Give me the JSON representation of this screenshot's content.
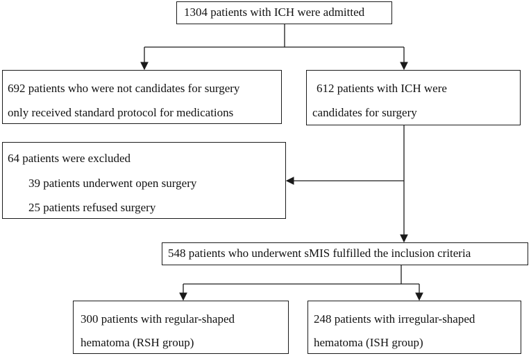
{
  "flowchart": {
    "admitted": "1304 patients with ICH were admitted",
    "not_candidates": {
      "line1": "692 patients who were not candidates for surgery",
      "line2": "only received standard protocol for medications"
    },
    "candidates": {
      "line1": "612 patients with ICH were",
      "line2": "candidates  for surgery"
    },
    "excluded": {
      "line1": "64  patients were excluded",
      "line2": "39 patients underwent open surgery",
      "line3": "25 patients refused surgery"
    },
    "included": "548 patients who underwent sMIS  fulfilled  the inclusion  criteria",
    "rsh": {
      "line1": "300 patients with regular-shaped",
      "line2": "hematoma (RSH group)"
    },
    "ish": {
      "line1": "248 patients with irregular-shaped",
      "line2": "hematoma (ISH group)"
    }
  }
}
